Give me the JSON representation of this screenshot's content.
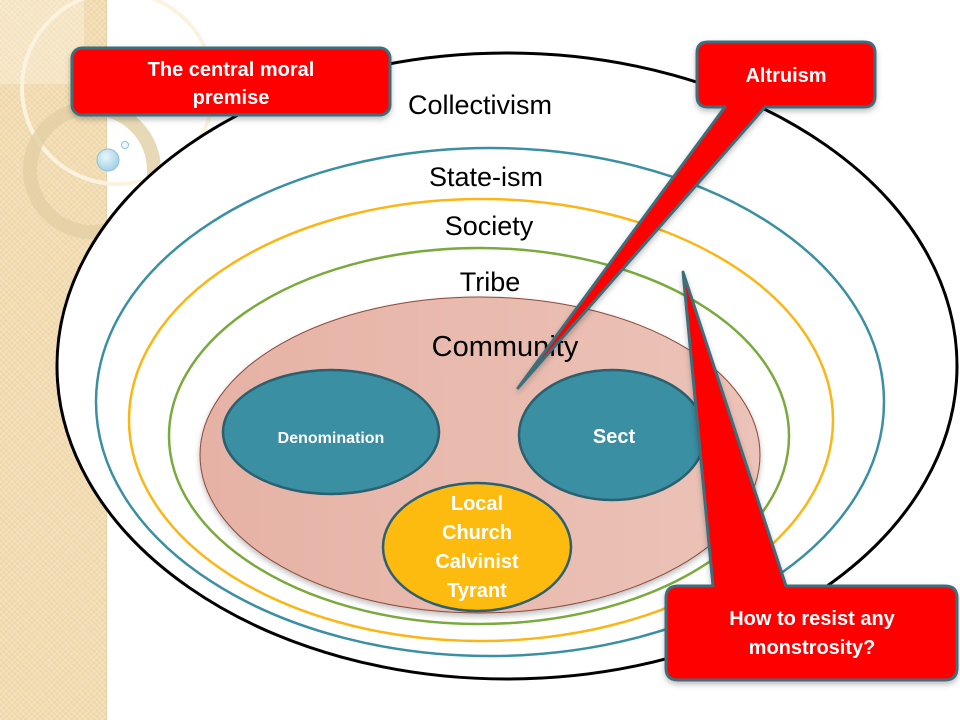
{
  "slide": {
    "title_callout": "The central moral premise",
    "title_callout_lines": [
      "The central moral",
      "premise"
    ]
  },
  "rings": [
    {
      "label": "Collectivism",
      "color": "#000000"
    },
    {
      "label": "State-ism",
      "color": "#3a8fa3"
    },
    {
      "label": "Society",
      "color": "#fbb615"
    },
    {
      "label": "Tribe",
      "color": "#7aaa3c"
    },
    {
      "label": "Community",
      "color": "#e8b9ad"
    }
  ],
  "groups": {
    "denomination": {
      "label": "Denomination",
      "color": "#3a8fa3"
    },
    "sect": {
      "label": "Sect",
      "color": "#3a8fa3"
    },
    "local_church": {
      "label_lines": [
        "Local",
        "Church",
        "Calvinist",
        "Tyrant"
      ],
      "color": "#fdbb10"
    }
  },
  "callouts": {
    "altruism": {
      "label": "Altruism",
      "color": "#ff0000"
    },
    "resist": {
      "label_lines": [
        "How to resist any",
        "monstrosity?"
      ],
      "color": "#ff0000"
    },
    "premise": {
      "label_lines": [
        "The central moral",
        "premise"
      ],
      "color": "#ff0000"
    }
  },
  "colors": {
    "callout_border": "#3c6e7c",
    "sidebar": "#f2dcb0",
    "bubble": "#bfe0f0"
  }
}
